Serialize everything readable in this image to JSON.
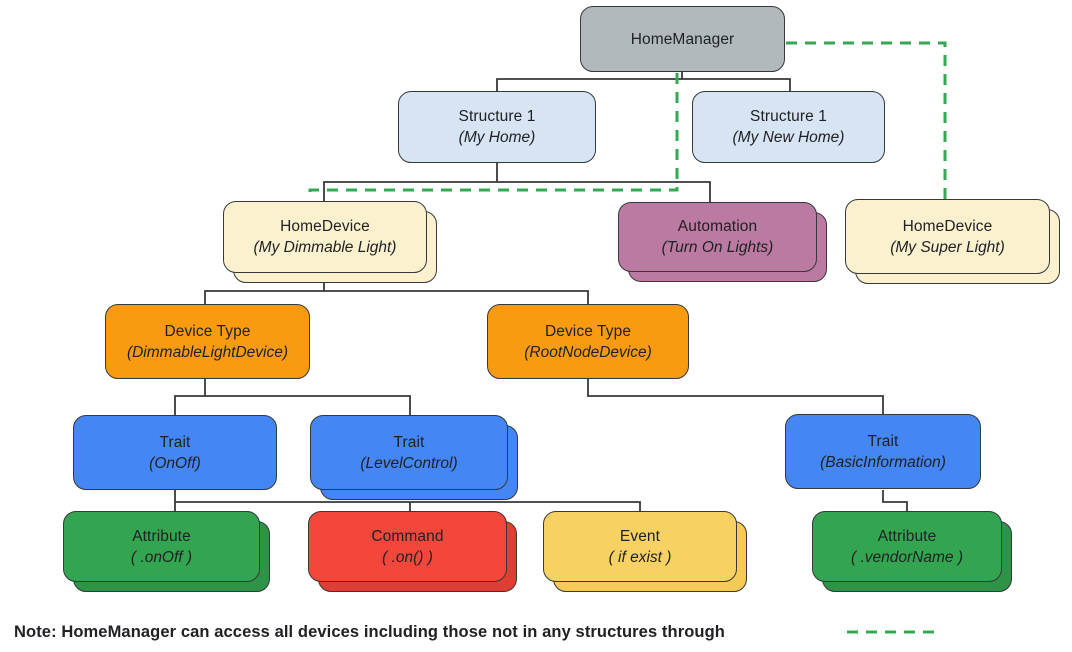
{
  "palette": {
    "manager_fill": "#B2B9BD",
    "structure_fill": "#D7E4F3",
    "device_fill": "#FBF1CF",
    "automation_fill": "#BA7AA1",
    "devicetype_fill": "#F99B10",
    "trait_fill": "#4486F4",
    "attribute_fill": "#33A551",
    "attribute_back": "#2E9247",
    "command_fill": "#F4473C",
    "command_back": "#E13E33",
    "event_fill": "#F8D163",
    "event_back": "#F5CB55",
    "line_color": "#37383A",
    "dashed_green": "#34A853",
    "text_color": "#202124"
  },
  "nodes": {
    "homemanager": {
      "title": "HomeManager"
    },
    "structure1": {
      "title": "Structure 1",
      "subtitle": "(My Home)"
    },
    "structure2": {
      "title": "Structure 1",
      "subtitle": "(My New Home)"
    },
    "homedevice1": {
      "title": "HomeDevice",
      "subtitle": "(My Dimmable Light)"
    },
    "automation": {
      "title": "Automation",
      "subtitle": "(Turn On Lights)"
    },
    "homedevice2": {
      "title": "HomeDevice",
      "subtitle": "(My Super Light)"
    },
    "devicetype1": {
      "title": "Device Type",
      "subtitle": "(DimmableLightDevice)"
    },
    "devicetype2": {
      "title": "Device Type",
      "subtitle": "(RootNodeDevice)"
    },
    "trait_onoff": {
      "title": "Trait",
      "subtitle": "(OnOff)"
    },
    "trait_levelcontrol": {
      "title": "Trait",
      "subtitle": "(LevelControl)"
    },
    "trait_basicinfo": {
      "title": "Trait",
      "subtitle": "(BasicInformation)"
    },
    "attribute_onoff": {
      "title": "Attribute",
      "subtitle": "( .onOff )"
    },
    "command_on": {
      "title": "Command",
      "subtitle": "( .on() )"
    },
    "event_ifexist": {
      "title": "Event",
      "subtitle": "( if exist )"
    },
    "attribute_vendorname": {
      "title": "Attribute",
      "subtitle": "( .vendorName )"
    }
  },
  "note": {
    "text": "Note: HomeManager can access all devices including those not in any structures through"
  }
}
